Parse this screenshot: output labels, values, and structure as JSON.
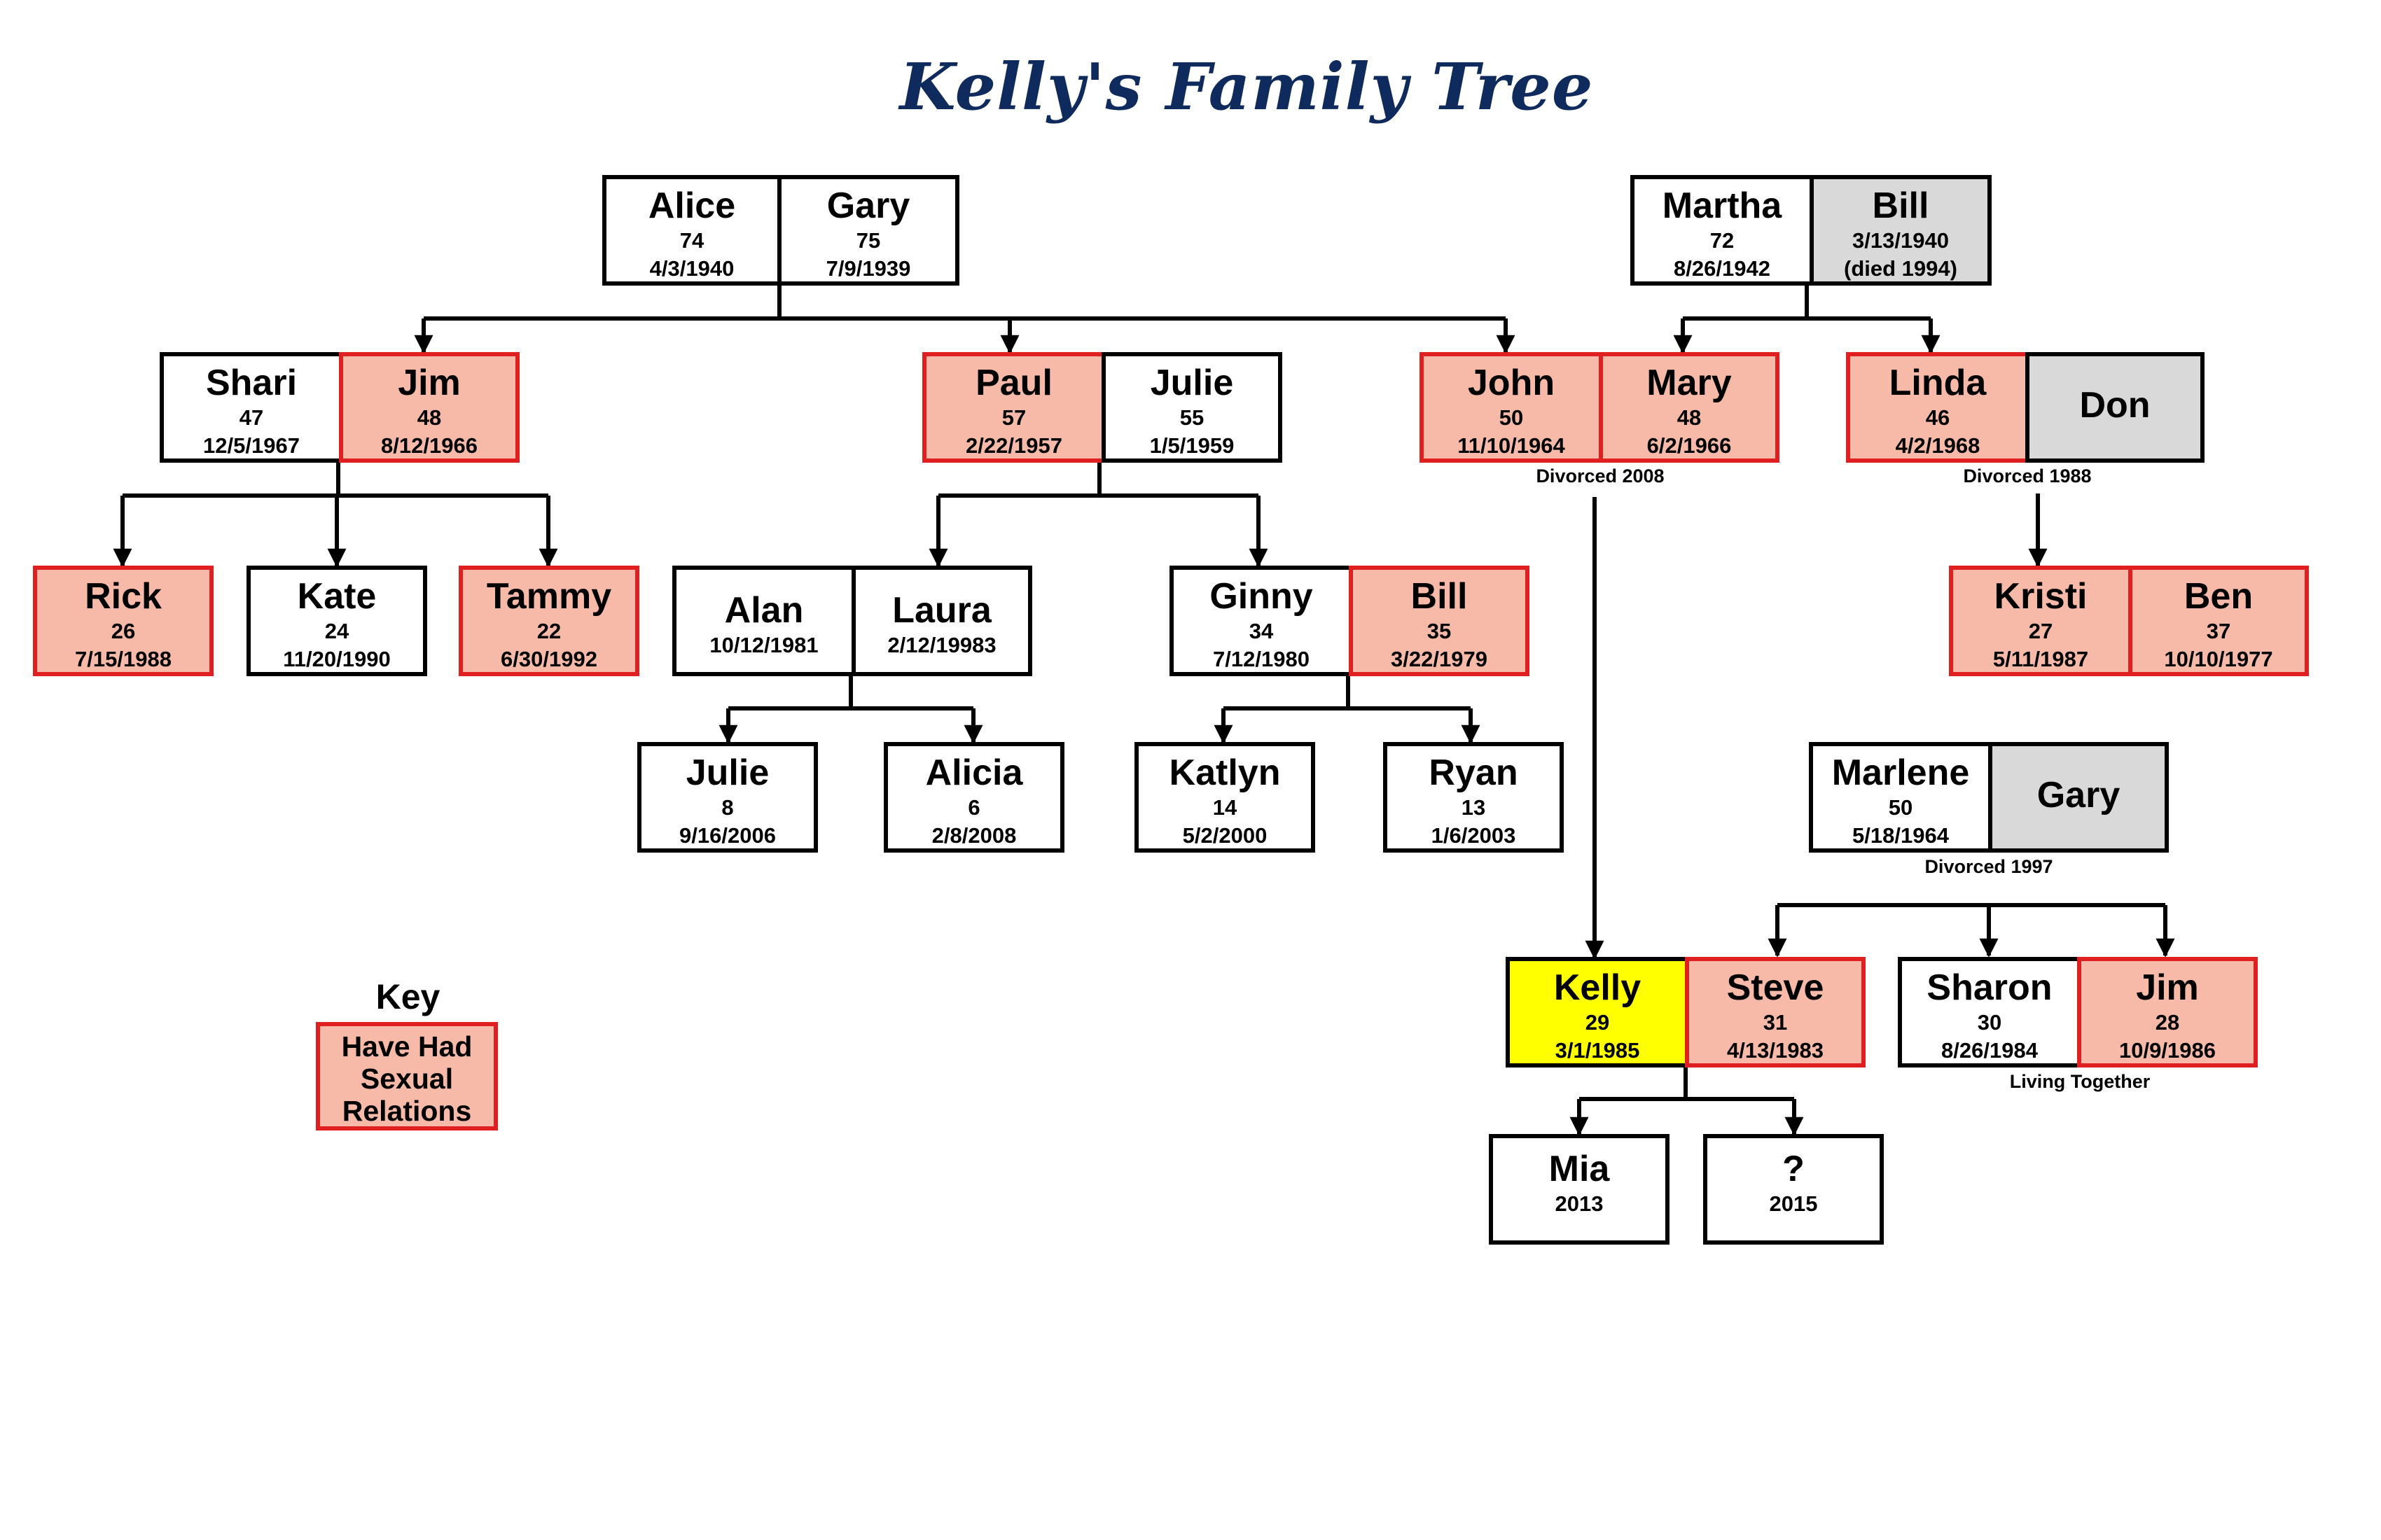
{
  "title": "Kelly's Family Tree",
  "colors": {
    "related": "#f7b9a8",
    "related_border": "#e02020",
    "deceased_or_other": "#d9d9d9",
    "self": "#ffff00",
    "divorce_line": "#1aa850"
  },
  "people": {
    "alice": {
      "name": "Alice",
      "age": "74",
      "date": "4/3/1940"
    },
    "gary1": {
      "name": "Gary",
      "age": "75",
      "date": "7/9/1939"
    },
    "martha": {
      "name": "Martha",
      "age": "72",
      "date": "8/26/1942"
    },
    "bill1": {
      "name": "Bill",
      "age": "3/13/1940",
      "date": "(died 1994)"
    },
    "shari": {
      "name": "Shari",
      "age": "47",
      "date": "12/5/1967"
    },
    "jim1": {
      "name": "Jim",
      "age": "48",
      "date": "8/12/1966"
    },
    "paul": {
      "name": "Paul",
      "age": "57",
      "date": "2/22/1957"
    },
    "julie1": {
      "name": "Julie",
      "age": "55",
      "date": "1/5/1959"
    },
    "john": {
      "name": "John",
      "age": "50",
      "date": "11/10/1964"
    },
    "mary": {
      "name": "Mary",
      "age": "48",
      "date": "6/2/1966"
    },
    "linda": {
      "name": "Linda",
      "age": "46",
      "date": "4/2/1968"
    },
    "don": {
      "name": "Don"
    },
    "rick": {
      "name": "Rick",
      "age": "26",
      "date": "7/15/1988"
    },
    "kate": {
      "name": "Kate",
      "age": "24",
      "date": "11/20/1990"
    },
    "tammy": {
      "name": "Tammy",
      "age": "22",
      "date": "6/30/1992"
    },
    "alan": {
      "name": "Alan",
      "date": "10/12/1981"
    },
    "laura": {
      "name": "Laura",
      "date": "2/12/19983"
    },
    "ginny": {
      "name": "Ginny",
      "age": "34",
      "date": "7/12/1980"
    },
    "bill2": {
      "name": "Bill",
      "age": "35",
      "date": "3/22/1979"
    },
    "kristi": {
      "name": "Kristi",
      "age": "27",
      "date": "5/11/1987"
    },
    "ben": {
      "name": "Ben",
      "age": "37",
      "date": "10/10/1977"
    },
    "julie2": {
      "name": "Julie",
      "age": "8",
      "date": "9/16/2006"
    },
    "alicia": {
      "name": "Alicia",
      "age": "6",
      "date": "2/8/2008"
    },
    "katlyn": {
      "name": "Katlyn",
      "age": "14",
      "date": "5/2/2000"
    },
    "ryan": {
      "name": "Ryan",
      "age": "13",
      "date": "1/6/2003"
    },
    "marlene": {
      "name": "Marlene",
      "age": "50",
      "date": "5/18/1964"
    },
    "gary2": {
      "name": "Gary"
    },
    "kelly": {
      "name": "Kelly",
      "age": "29",
      "date": "3/1/1985"
    },
    "steve": {
      "name": "Steve",
      "age": "31",
      "date": "4/13/1983"
    },
    "sharon": {
      "name": "Sharon",
      "age": "30",
      "date": "8/26/1984"
    },
    "jim2": {
      "name": "Jim",
      "age": "28",
      "date": "10/9/1986"
    },
    "mia": {
      "name": "Mia",
      "age": "2013"
    },
    "unknown": {
      "name": "?",
      "age": "2015"
    }
  },
  "notes": {
    "john_mary": "Divorced 2008",
    "linda_don": "Divorced 1988",
    "marlene_gary": "Divorced 1997",
    "sharon_jim": "Living Together"
  },
  "key": {
    "title": "Key",
    "lines": [
      "Have Had",
      "Sexual",
      "Relations"
    ]
  }
}
